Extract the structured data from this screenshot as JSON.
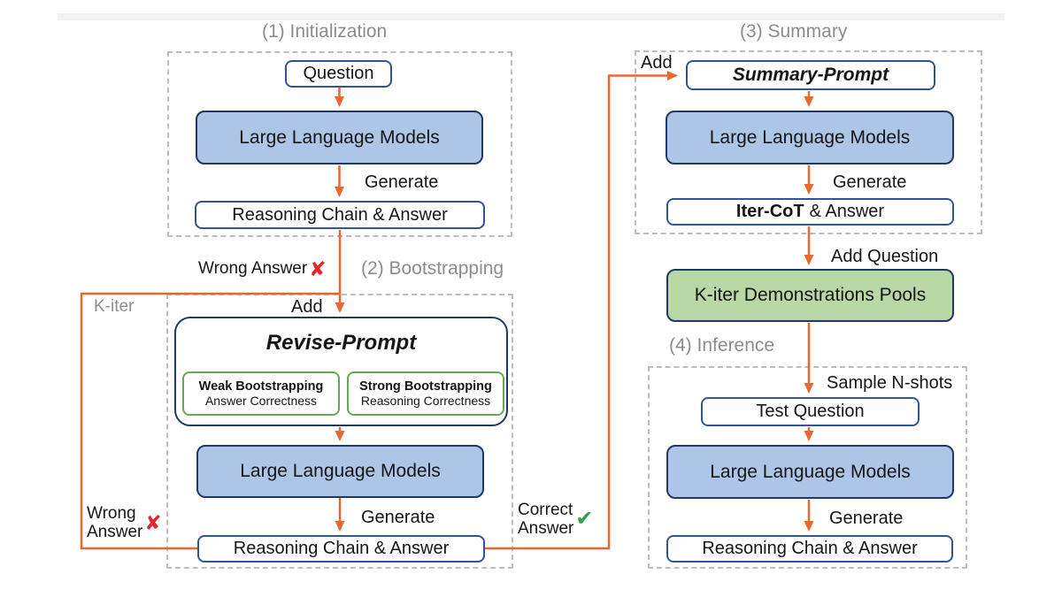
{
  "diagram": {
    "sections": {
      "init_title": "(1) Initialization",
      "boot_title": "(2) Bootstrapping",
      "summary_title": "(3) Summary",
      "infer_title": "(4) Inference"
    },
    "nodes": {
      "question": "Question",
      "llm": "Large Language Models",
      "rca": "Reasoning Chain & Answer",
      "revise_prompt": "Revise-Prompt",
      "weak_title": "Weak Bootstrapping",
      "weak_sub": "Answer Correctness",
      "strong_title": "Strong Bootstrapping",
      "strong_sub": "Reasoning Correctness",
      "summary_prompt": "Summary-Prompt",
      "itercot_bold": "Iter-CoT",
      "itercot_rest": "& Answer",
      "pools": "K-iter Demonstrations Pools",
      "test_question": "Test Question"
    },
    "labels": {
      "generate": "Generate",
      "add": "Add",
      "add_question": "Add Question",
      "sample_nshots": "Sample N-shots",
      "kiter": "K-iter",
      "wrong_answer": "Wrong Answer",
      "wrong": "Wrong",
      "answer": "Answer",
      "correct": "Correct"
    },
    "icons": {
      "wrong_mark": "✘",
      "correct_mark": "✔"
    },
    "colors": {
      "arrow_orange": "#E8682F",
      "llm_fill": "#ADC5E6",
      "pool_fill": "#B8D9A6",
      "navy_border": "#1F3864",
      "blue_border": "#2F5597",
      "green_border": "#67A653",
      "wrong_red": "#E0262E",
      "correct_green": "#2E9E4F",
      "section_gray": "#8C8C8C"
    }
  }
}
